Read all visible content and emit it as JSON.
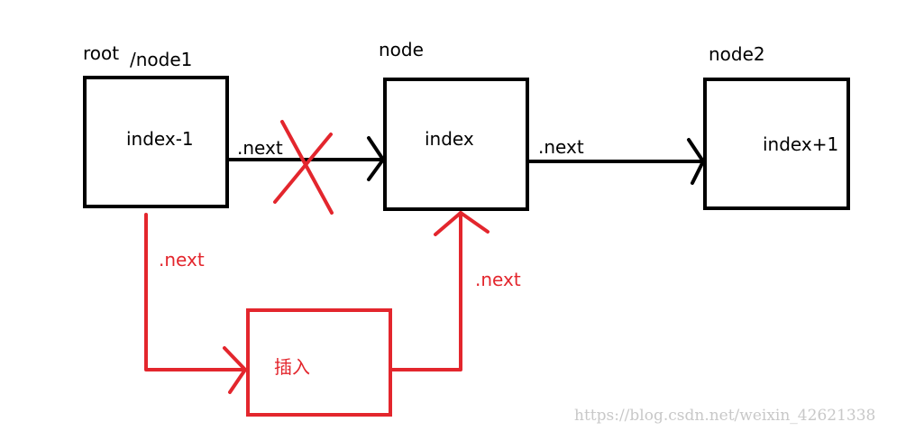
{
  "nodes": {
    "prev": {
      "caption_a": "root",
      "caption_b": "/node1",
      "content": "index-1"
    },
    "current": {
      "caption": "node",
      "content": "index"
    },
    "next": {
      "caption": "node2",
      "content": "index+1"
    },
    "inserted": {
      "content": "插入"
    }
  },
  "edges": {
    "prev_to_current": ".next",
    "current_to_next": ".next",
    "prev_to_inserted": ".next",
    "inserted_to_current": ".next"
  },
  "watermark": "https://blog.csdn.net/weixin_42621338",
  "colors": {
    "black": "#000000",
    "red": "#e3262d",
    "watermark": "#c8c8c8"
  }
}
